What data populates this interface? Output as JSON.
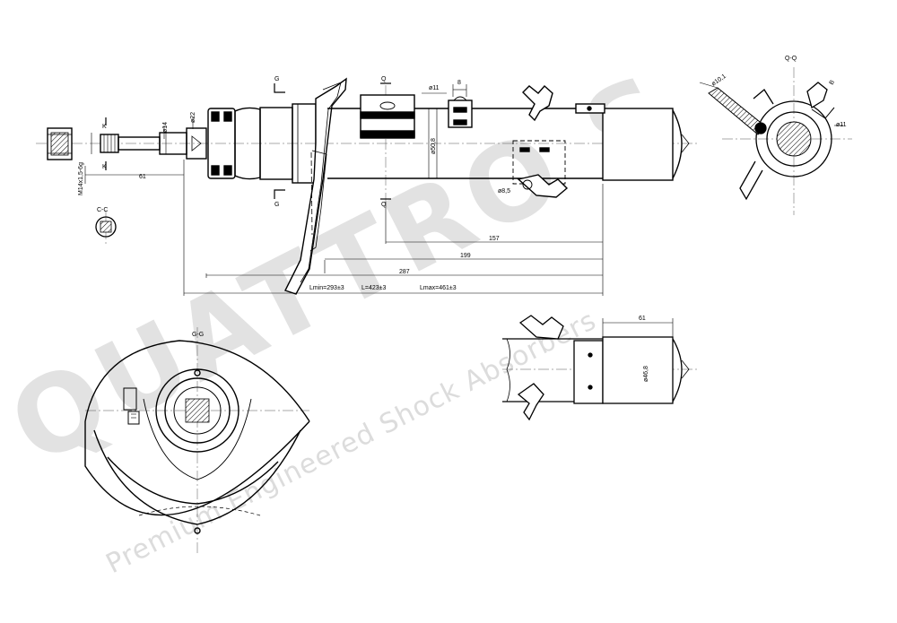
{
  "watermark": {
    "brand": "QUATTRO S",
    "tagline": "Premium Engineered Shock Absorbers"
  },
  "section_labels": {
    "g_top": "G",
    "g_bottom": "G",
    "q_top": "Q",
    "q_bottom": "Q",
    "k_top": "K",
    "k_bottom": "K",
    "section_cc": "C-C",
    "section_gg": "G-G",
    "section_qq": "Q-Q"
  },
  "dimensions": {
    "thread": "M14x1,5-6g",
    "rod_dia": "ø14",
    "dia_22": "ø22",
    "len_61_top": "61",
    "dia_11_top": "ø11",
    "width_8": "8",
    "body_dia": "ø50,8",
    "hole_85": "ø8,5",
    "len_157": "157",
    "len_199": "199",
    "len_287": "287",
    "lmin": "Lmin=293±3",
    "l": "L=423±3",
    "lmax": "Lmax=461±3",
    "len_61_detail": "61",
    "dia_468": "ø46,8",
    "dia_101": "ø10,1",
    "dia_11_qq": "ø11",
    "b_mark": "B"
  }
}
